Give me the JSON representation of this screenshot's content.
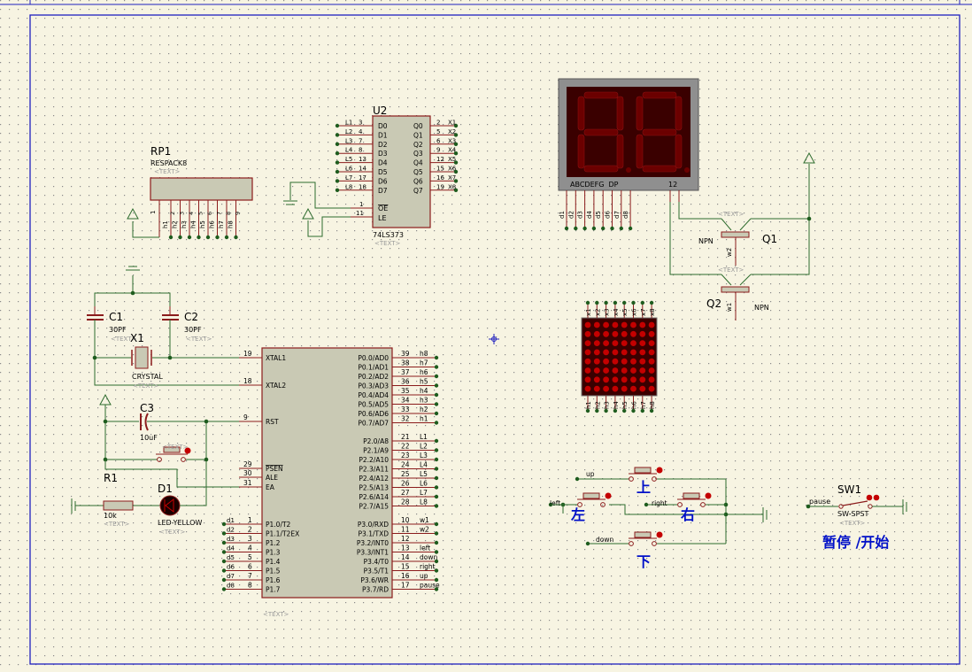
{
  "colors": {
    "background": "#f7f4e2",
    "dots": "#8a8a8a",
    "frame": "#1f1fbf",
    "wire": "#2d6b2d",
    "node": "#1e5c1e",
    "body": "#c9c9b4",
    "outline": "#8b1c1c",
    "led": "#c40000",
    "led_dark": "#4a0000",
    "label": "#000000",
    "chinese": "#0010c8"
  },
  "rp1": {
    "ref": "RP1",
    "part": "RESPACK8",
    "text": "<TEXT>",
    "pin1": "1",
    "pins": [
      "h1",
      "h2",
      "h3",
      "h4",
      "h5",
      "h6",
      "h7",
      "h8"
    ],
    "nums": [
      "2",
      "3",
      "4",
      "5",
      "6",
      "7",
      "8",
      "9"
    ]
  },
  "u2": {
    "ref": "U2",
    "part": "74LS373",
    "text": "<TEXT>",
    "in_nets": [
      "L1",
      "L2",
      "L3",
      "L4",
      "L5",
      "L6",
      "L7",
      "L8"
    ],
    "in_nums": [
      "3",
      "4",
      "7",
      "8",
      "13",
      "14",
      "17",
      "18"
    ],
    "in_pins": [
      "D0",
      "D1",
      "D2",
      "D3",
      "D4",
      "D5",
      "D6",
      "D7"
    ],
    "out_pins": [
      "Q0",
      "Q1",
      "Q2",
      "Q3",
      "Q4",
      "Q5",
      "Q6",
      "Q7"
    ],
    "out_nums": [
      "2",
      "5",
      "6",
      "9",
      "12",
      "15",
      "16",
      "19"
    ],
    "out_nets": [
      "X1",
      "X2",
      "X3",
      "X4",
      "X5",
      "X6",
      "X7",
      "X8"
    ],
    "oe": "OE",
    "le": "LE",
    "oe_num": "1",
    "le_num": "11"
  },
  "display": {
    "segments_label": "ABCDEFG  DP",
    "common_label": "12",
    "pins": [
      "d1",
      "d2",
      "d3",
      "d4",
      "d5",
      "d6",
      "d7",
      "d8"
    ]
  },
  "q1": {
    "ref": "Q1",
    "type": "NPN",
    "text": "<TEXT>",
    "net": "w2"
  },
  "q2": {
    "ref": "Q2",
    "type": "NPN",
    "text": "<TEXT>",
    "net": "w1"
  },
  "matrix": {
    "top": [
      "x1",
      "x2",
      "x3",
      "x4",
      "x5",
      "x6",
      "x7",
      "x8"
    ],
    "bottom": [
      "h1",
      "h2",
      "h3",
      "h4",
      "h5",
      "h6",
      "h7",
      "h8"
    ]
  },
  "crystal": {
    "c1": "C1",
    "c1_val": "30PF",
    "c2": "C2",
    "c2_val": "30PF",
    "x1": "X1",
    "x1_val": "CRYSTAL",
    "text": "<TEXT>"
  },
  "reset": {
    "c3": "C3",
    "c3_val": "10uF",
    "text": "<TEXT>"
  },
  "led": {
    "r1": "R1",
    "r1_val": "10k",
    "d1": "D1",
    "d1_val": "LED-YELLOW",
    "text": "<TEXT>"
  },
  "mcu": {
    "text": "<TEXT>",
    "left": [
      {
        "num": "19",
        "name": "XTAL1"
      },
      {
        "num": "18",
        "name": "XTAL2"
      },
      {
        "num": "9",
        "name": "RST"
      },
      {
        "num": "29",
        "name": "PSEN"
      },
      {
        "num": "30",
        "name": "ALE"
      },
      {
        "num": "31",
        "name": "EA"
      }
    ],
    "p1": [
      {
        "net": "d1",
        "num": "1",
        "name": "P1.0/T2"
      },
      {
        "net": "d2",
        "num": "2",
        "name": "P1.1/T2EX"
      },
      {
        "net": "d3",
        "num": "3",
        "name": "P1.2"
      },
      {
        "net": "d4",
        "num": "4",
        "name": "P1.3"
      },
      {
        "net": "d5",
        "num": "5",
        "name": "P1.4"
      },
      {
        "net": "d6",
        "num": "6",
        "name": "P1.5"
      },
      {
        "net": "d7",
        "num": "7",
        "name": "P1.6"
      },
      {
        "net": "d8",
        "num": "8",
        "name": "P1.7"
      }
    ],
    "p0": [
      {
        "name": "P0.0/AD0",
        "num": "39",
        "net": "h8"
      },
      {
        "name": "P0.1/AD1",
        "num": "38",
        "net": "h7"
      },
      {
        "name": "P0.2/AD2",
        "num": "37",
        "net": "h6"
      },
      {
        "name": "P0.3/AD3",
        "num": "36",
        "net": "h5"
      },
      {
        "name": "P0.4/AD4",
        "num": "35",
        "net": "h4"
      },
      {
        "name": "P0.5/AD5",
        "num": "34",
        "net": "h3"
      },
      {
        "name": "P0.6/AD6",
        "num": "33",
        "net": "h2"
      },
      {
        "name": "P0.7/AD7",
        "num": "32",
        "net": "h1"
      }
    ],
    "p2": [
      {
        "name": "P2.0/A8",
        "num": "21",
        "net": "L1"
      },
      {
        "name": "P2.1/A9",
        "num": "22",
        "net": "L2"
      },
      {
        "name": "P2.2/A10",
        "num": "23",
        "net": "L3"
      },
      {
        "name": "P2.3/A11",
        "num": "24",
        "net": "L4"
      },
      {
        "name": "P2.4/A12",
        "num": "25",
        "net": "L5"
      },
      {
        "name": "P2.5/A13",
        "num": "26",
        "net": "L6"
      },
      {
        "name": "P2.6/A14",
        "num": "27",
        "net": "L7"
      },
      {
        "name": "P2.7/A15",
        "num": "28",
        "net": "L8"
      }
    ],
    "p3": [
      {
        "name": "P3.0/RXD",
        "num": "10",
        "net": "w1"
      },
      {
        "name": "P3.1/TXD",
        "num": "11",
        "net": "w2"
      },
      {
        "name": "P3.2/INT0",
        "num": "12",
        "net": ""
      },
      {
        "name": "P3.3/INT1",
        "num": "13",
        "net": "left"
      },
      {
        "name": "P3.4/T0",
        "num": "14",
        "net": "down"
      },
      {
        "name": "P3.5/T1",
        "num": "15",
        "net": "right"
      },
      {
        "name": "P3.6/WR",
        "num": "16",
        "net": "up"
      },
      {
        "name": "P3.7/RD",
        "num": "17",
        "net": "pause"
      }
    ]
  },
  "buttons": {
    "up_net": "up",
    "up_cn": "上",
    "left_net": "left",
    "left_cn": "左",
    "right_net": "right",
    "right_cn": "右",
    "down_net": "down",
    "down_cn": "下"
  },
  "sw1": {
    "ref": "SW1",
    "part": "SW-SPST",
    "text": "<TEXT>",
    "net": "pause",
    "label_cn": "暂停 /开始"
  }
}
